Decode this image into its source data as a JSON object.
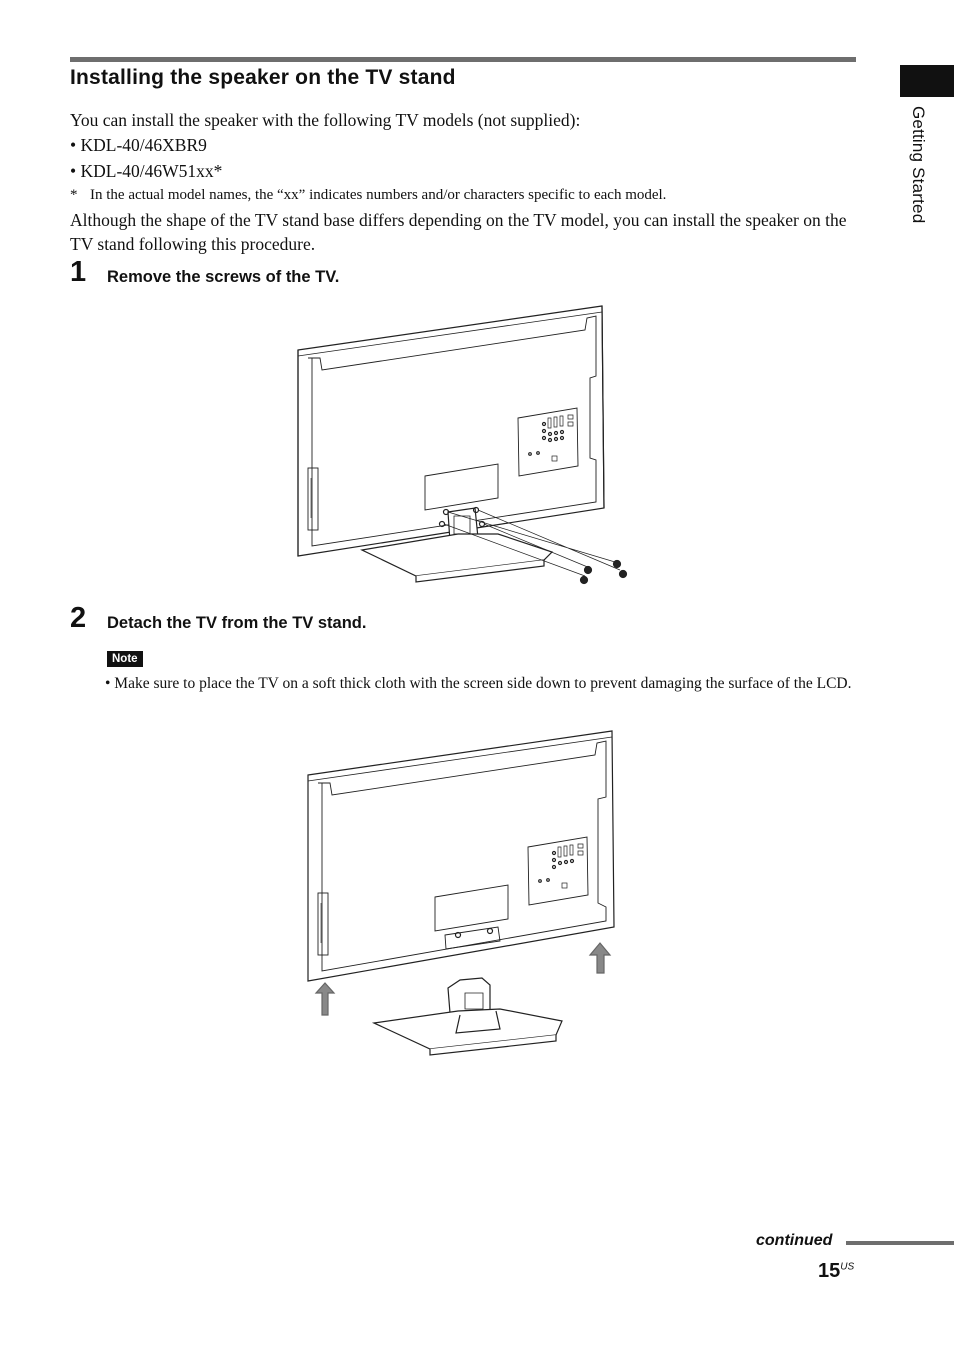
{
  "section": {
    "title": "Installing the speaker on the TV stand",
    "intro": "You can install the speaker with the following TV models (not supplied):",
    "models": [
      "• KDL-40/46XBR9",
      "• KDL-40/46W51xx*"
    ],
    "footnote_marker": "*",
    "footnote": "In the actual model names, the “xx” indicates numbers and/or characters specific to each model.",
    "paragraph": "Although the shape of the TV stand base differs depending on the TV model, you can install the speaker on the TV stand following this procedure."
  },
  "steps": [
    {
      "number": "1",
      "text": "Remove the screws of the TV."
    },
    {
      "number": "2",
      "text": "Detach the TV from the TV stand."
    }
  ],
  "note": {
    "label": "Note",
    "text": "• Make sure to place the TV on a soft thick cloth with the screen side down to prevent damaging the surface of the LCD."
  },
  "side_tab": {
    "label": "Getting Started"
  },
  "footer": {
    "continued": "continued",
    "page_number": "15",
    "page_suffix": "US"
  }
}
